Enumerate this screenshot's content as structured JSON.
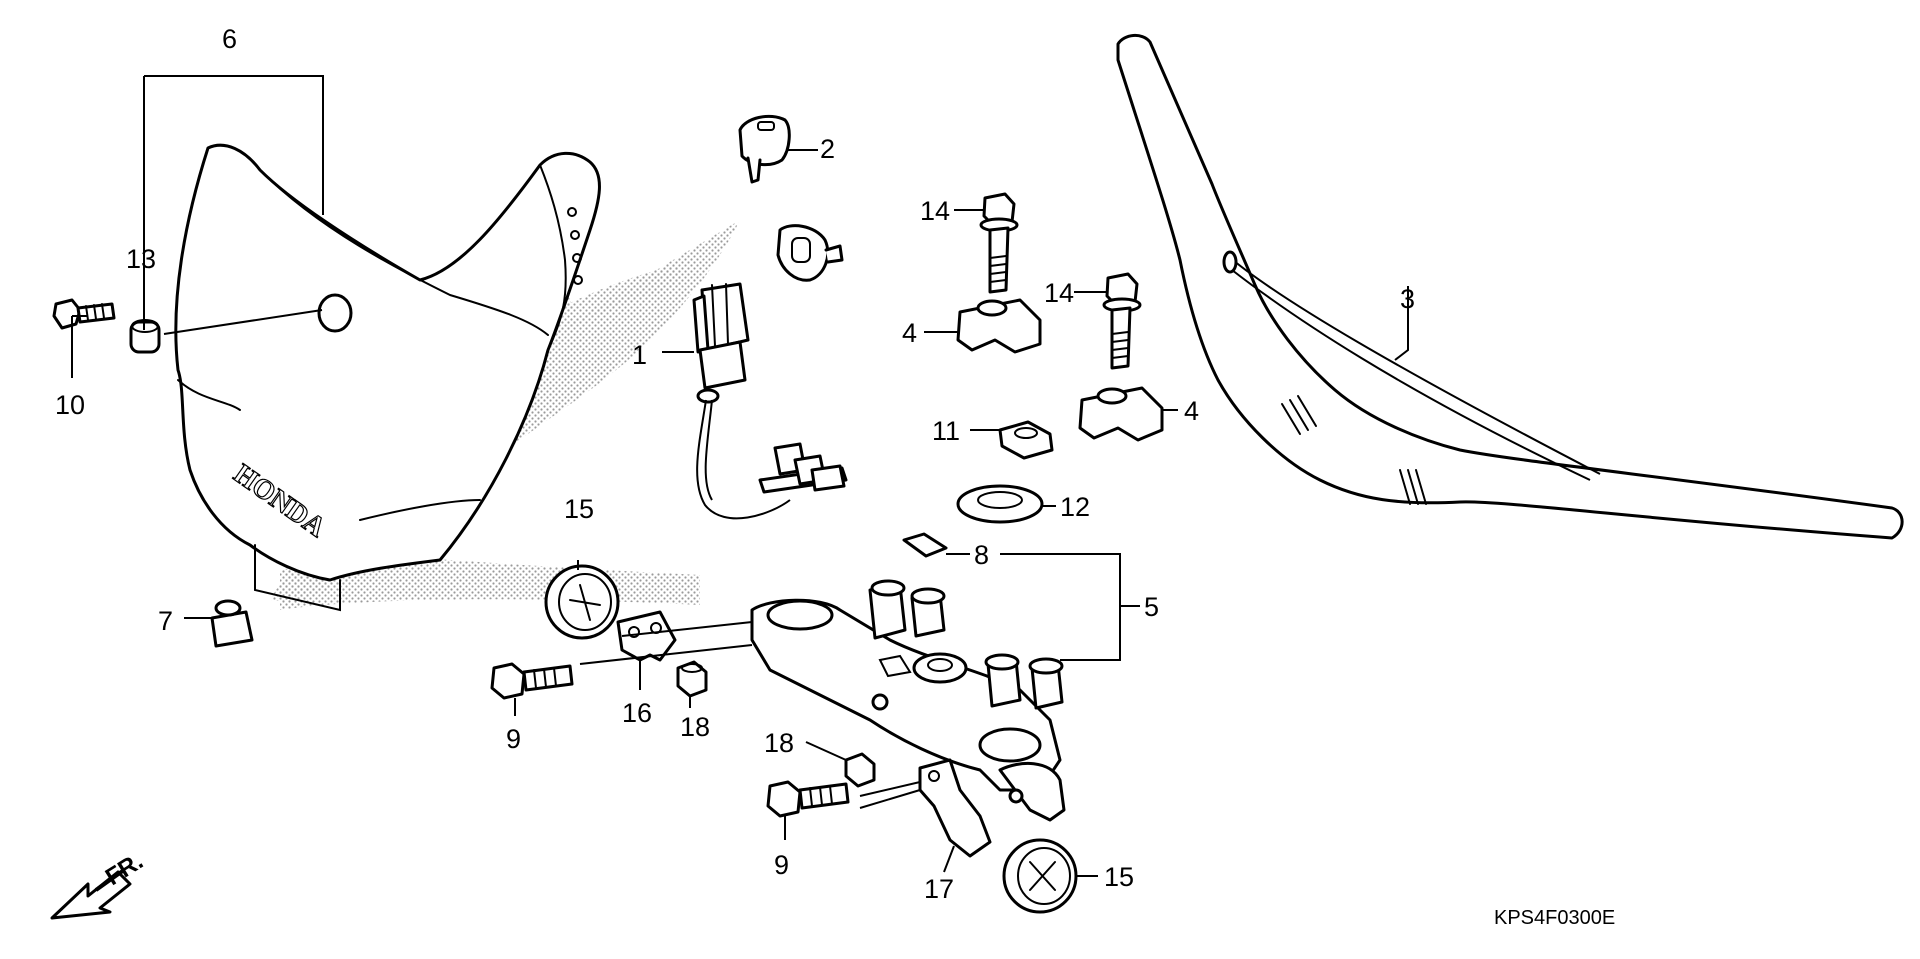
{
  "diagram": {
    "labels": {
      "c1": "1",
      "c2": "2",
      "c3": "3",
      "c4a": "4",
      "c4b": "4",
      "c5": "5",
      "c6": "6",
      "c7": "7",
      "c8": "8",
      "c9a": "9",
      "c9b": "9",
      "c10": "10",
      "c11": "11",
      "c12": "12",
      "c13": "13",
      "c14a": "14",
      "c14b": "14",
      "c15a": "15",
      "c15b": "15",
      "c16": "16",
      "c17": "17",
      "c18a": "18",
      "c18b": "18"
    },
    "cowl_logo": "HONDA",
    "direction": "FR.",
    "code": "KPS4F0300E"
  }
}
